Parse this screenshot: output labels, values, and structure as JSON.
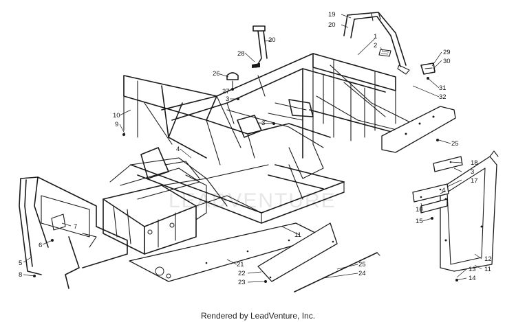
{
  "diagram": {
    "watermark": "LEADVENTURE",
    "footer": "Rendered by LeadVenture, Inc.",
    "callouts": [
      "1",
      "2",
      "3",
      "3",
      "3",
      "4",
      "4",
      "5",
      "6",
      "7",
      "8",
      "9",
      "10",
      "11",
      "11",
      "12",
      "13",
      "14",
      "15",
      "16",
      "17",
      "18",
      "19",
      "20",
      "20",
      "21",
      "22",
      "23",
      "24",
      "25",
      "25",
      "26",
      "27",
      "28",
      "29",
      "30",
      "31",
      "32"
    ]
  }
}
